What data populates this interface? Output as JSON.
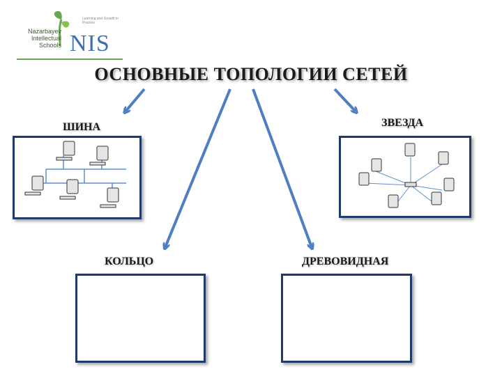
{
  "logo": {
    "org_name": "Nazarbayev Intellectual Schools",
    "org_lines": [
      "Nazarbayev",
      "Intellectual",
      "Schools"
    ],
    "nis": "NIS",
    "tagline": "Learning and Growth in Practice"
  },
  "title": "ОСНОВНЫЕ ТОПОЛОГИИ СЕТЕЙ",
  "topologies": {
    "bus": "ШИНА",
    "star": "ЗВЕЗДА",
    "ring": "КОЛЬЦО",
    "tree": "ДРЕВОВИДНАЯ"
  },
  "colors": {
    "arrow": "#4f7fc1",
    "box_border": "#1f3a6b",
    "network_line": "#5b8fd6",
    "logo_green": "#6aa84f",
    "logo_blue": "#3f6fb0"
  }
}
